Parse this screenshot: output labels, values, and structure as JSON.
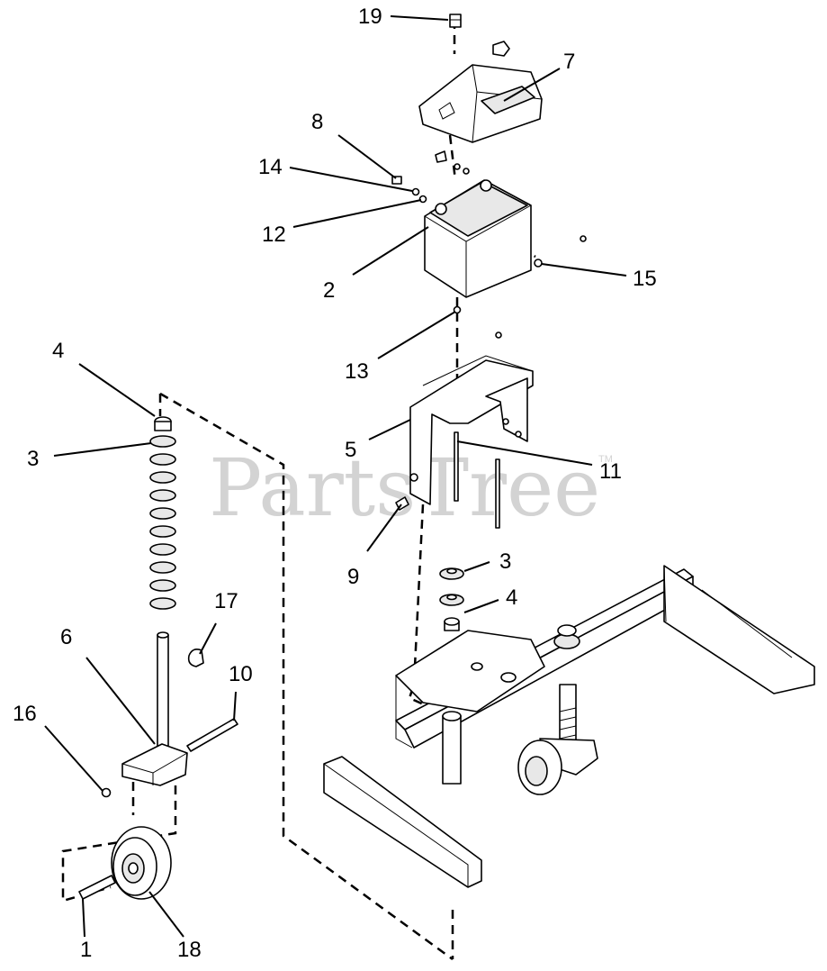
{
  "watermark": {
    "text": "PartsTree",
    "trademark": "TM"
  },
  "callouts": [
    {
      "id": "c19",
      "label": "19"
    },
    {
      "id": "c7",
      "label": "7"
    },
    {
      "id": "c8",
      "label": "8"
    },
    {
      "id": "c14",
      "label": "14"
    },
    {
      "id": "c12",
      "label": "12"
    },
    {
      "id": "c2",
      "label": "2"
    },
    {
      "id": "c15",
      "label": "15"
    },
    {
      "id": "c13",
      "label": "13"
    },
    {
      "id": "c4a",
      "label": "4"
    },
    {
      "id": "c3a",
      "label": "3"
    },
    {
      "id": "c5",
      "label": "5"
    },
    {
      "id": "c11",
      "label": "11"
    },
    {
      "id": "c9",
      "label": "9"
    },
    {
      "id": "c3b",
      "label": "3"
    },
    {
      "id": "c4b",
      "label": "4"
    },
    {
      "id": "c17",
      "label": "17"
    },
    {
      "id": "c6",
      "label": "6"
    },
    {
      "id": "c10",
      "label": "10"
    },
    {
      "id": "c16",
      "label": "16"
    },
    {
      "id": "c1",
      "label": "1"
    },
    {
      "id": "c18",
      "label": "18"
    }
  ]
}
